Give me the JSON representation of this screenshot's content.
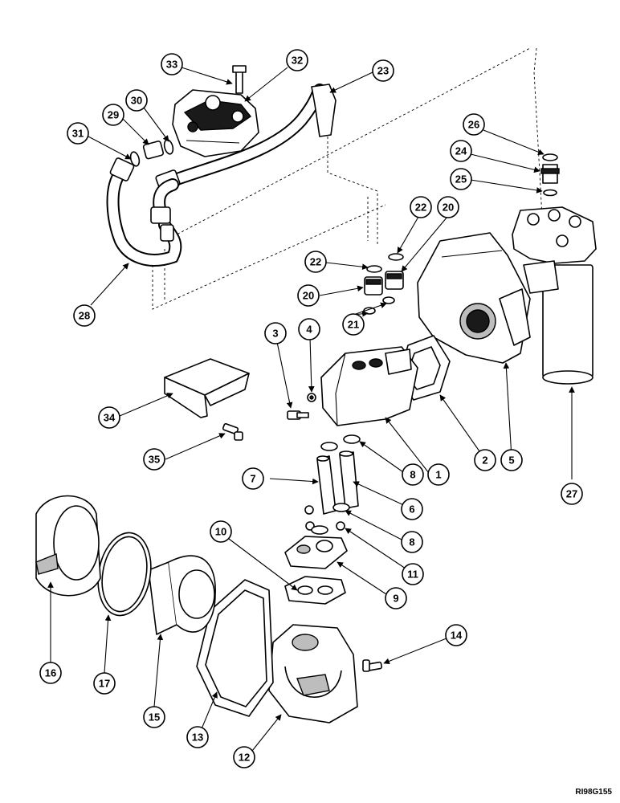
{
  "figure_code": "RI98G155",
  "callouts": [
    "33",
    "32",
    "23",
    "30",
    "29",
    "31",
    "26",
    "24",
    "25",
    "22",
    "20",
    "22",
    "20",
    "21",
    "28",
    "3",
    "4",
    "34",
    "35",
    "1",
    "2",
    "5",
    "27",
    "8",
    "7",
    "6",
    "8",
    "11",
    "10",
    "9",
    "16",
    "17",
    "15",
    "13",
    "14",
    "12"
  ]
}
